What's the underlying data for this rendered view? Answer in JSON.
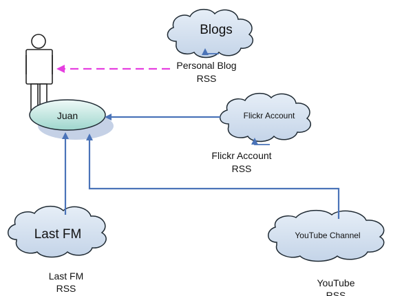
{
  "person": {
    "label": "Juan"
  },
  "clouds": {
    "blogs": "Blogs",
    "flickr": "Flickr Account",
    "lastfm": "Last FM",
    "youtube": "YouTube Channel"
  },
  "labels": {
    "personal_blog_line1": "Personal Blog",
    "personal_blog_line2": "RSS",
    "flickr_rss_line1": "Flickr Account",
    "flickr_rss_line2": "RSS",
    "lastfm_rss_line1": "Last FM",
    "lastfm_rss_line2": "RSS",
    "youtube_rss_line1": "YouTube",
    "youtube_rss_line2": "RSS"
  },
  "colors": {
    "cloud_fill": "#d3e0ef",
    "cloud_stroke": "#1f2a33",
    "connector": "#4a73b8",
    "dashed_arrow": "#e63fe0",
    "ellipse_fill": "#bfe6e0",
    "ellipse_shadow": "#c5d1e6",
    "actor_fill": "#ffffff"
  }
}
